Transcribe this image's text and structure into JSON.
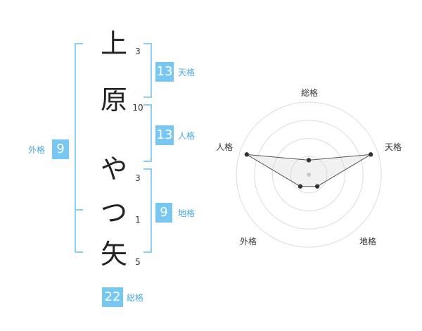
{
  "name": {
    "chars": [
      {
        "char": "上",
        "strokes": "3"
      },
      {
        "char": "原",
        "strokes": "10"
      },
      {
        "char": "や",
        "strokes": "3"
      },
      {
        "char": "つ",
        "strokes": "1"
      },
      {
        "char": "矢",
        "strokes": "5"
      }
    ]
  },
  "kaku": {
    "tenkaku": {
      "value": "13",
      "label": "天格"
    },
    "jinkaku": {
      "value": "13",
      "label": "人格"
    },
    "chikaku": {
      "value": "9",
      "label": "地格"
    },
    "gaikaku": {
      "value": "9",
      "label": "外格"
    },
    "soukaku": {
      "value": "22",
      "label": "総格"
    }
  },
  "colors": {
    "accent": "#77c7f2",
    "bracket": "#8dcef5"
  },
  "chart_data": {
    "type": "radar",
    "axes": [
      "総格",
      "天格",
      "地格",
      "外格",
      "人格"
    ],
    "values": [
      0.2,
      0.9,
      0.2,
      0.2,
      0.9
    ],
    "max": 1,
    "rings": 4
  }
}
